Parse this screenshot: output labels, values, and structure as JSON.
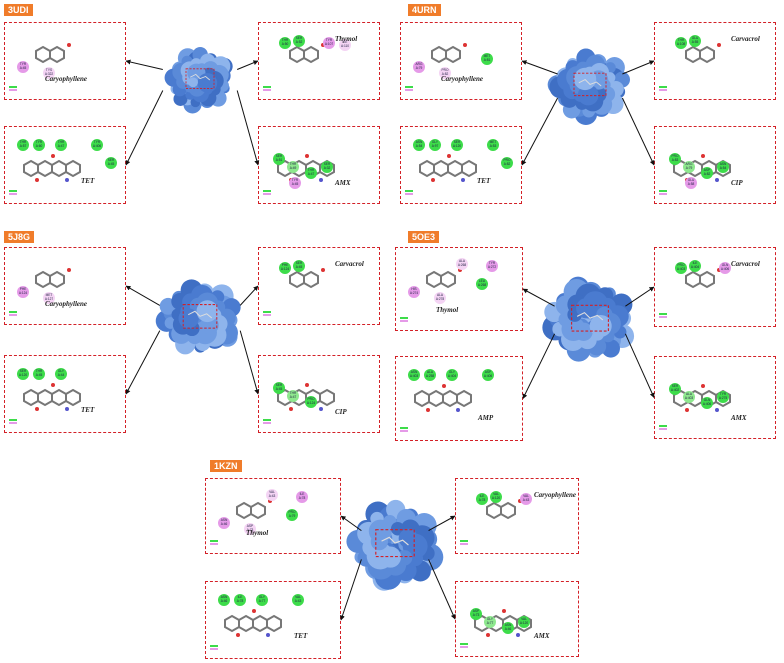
{
  "figure": {
    "complexes": [
      {
        "id": "3UDI",
        "ligands": [
          {
            "name": "Caryophyllene",
            "residues": [
              "TYR A:45",
              "TYS A:322"
            ]
          },
          {
            "name": "Thymol",
            "residues": [
              "THR A:50",
              "SER A:52",
              "TYR A:107",
              "ILE A:110"
            ]
          },
          {
            "name": "TET",
            "residues": [
              "THR A:57",
              "TYR A:60",
              "THR A:47",
              "TYR A:406",
              "SER A:45"
            ]
          },
          {
            "name": "AMX",
            "residues": [
              "SER A:51",
              "THR A:49",
              "THR A:47",
              "SER A:32",
              "TYR A:45"
            ]
          }
        ]
      },
      {
        "id": "4URN",
        "ligands": [
          {
            "name": "Caryophyllene",
            "residues": [
              "ARG A:79",
              "PRO A:82",
              "MET A:81"
            ]
          },
          {
            "name": "Carvacrol",
            "residues": [
              "THR A:108",
              "GLU A:55"
            ]
          },
          {
            "name": "TET",
            "residues": [
              "ASN A:54",
              "GLY A:97",
              "SER A:120",
              "MET A:53",
              "PRO A:82"
            ]
          },
          {
            "name": "CIP",
            "residues": [
              "PRO A:83",
              "ARG A:79",
              "ASP A:82",
              "ASN A:54",
              "GLU A:58"
            ]
          }
        ]
      },
      {
        "id": "5J8G",
        "ligands": [
          {
            "name": "Caryophyllene",
            "residues": [
              "PHE A:124",
              "MET A:127"
            ]
          },
          {
            "name": "Carvacrol",
            "residues": [
              "PHE A:124",
              "SER A:45"
            ]
          },
          {
            "name": "TET",
            "residues": [
              "SER A:120",
              "THR A:45",
              "GLY A:44"
            ]
          },
          {
            "name": "CIP",
            "residues": [
              "SER A:45",
              "THR A:47",
              "PRO A:124"
            ]
          }
        ]
      },
      {
        "id": "5OE3",
        "ligands": [
          {
            "name": "Thymol",
            "residues": [
              "HIS A:274",
              "ALA A:278",
              "LEU A:268",
              "TYR A:272",
              "ALA A:268"
            ]
          },
          {
            "name": "Carvacrol",
            "residues": [
              "PRO A:403",
              "ILE A:404",
              "GLN A:406"
            ]
          },
          {
            "name": "AMP",
            "residues": [
              "ASN A:403",
              "ALA A:258",
              "GLY A:404",
              "ASP A:406"
            ]
          },
          {
            "name": "AMX",
            "residues": [
              "SER A:402",
              "ALA A:403",
              "GLN A:406",
              "TYR A:275"
            ]
          }
        ]
      },
      {
        "id": "1KZN",
        "ligands": [
          {
            "name": "Thymol",
            "residues": [
              "ASN A:46",
              "ASP A:73",
              "PRO A:79",
              "ILE A:78",
              "VAL A:43"
            ]
          },
          {
            "name": "Caryophyllene",
            "residues": [
              "ILE A:78",
              "VAL A:120",
              "VAL A:43"
            ]
          },
          {
            "name": "TET",
            "residues": [
              "ASN A:46",
              "ILE A:78",
              "GLY A:77",
              "VAL A:43"
            ]
          },
          {
            "name": "AMX",
            "residues": [
              "ASP A:73",
              "GLY A:77",
              "ASN A:46",
              "VAL A:120"
            ]
          }
        ]
      }
    ],
    "colors": {
      "tag": "#f07c2a",
      "border": "#d32027",
      "protein": "#4f7fd1",
      "hbond": "#3ddc4a",
      "alkyl": "#e59ae8"
    }
  }
}
